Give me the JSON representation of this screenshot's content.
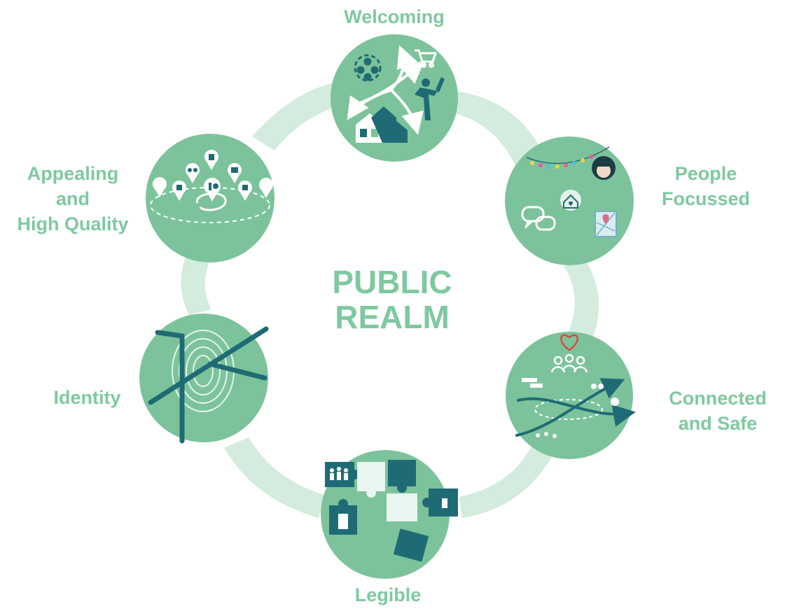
{
  "center": {
    "line1": "PUBLIC",
    "line2": "REALM"
  },
  "nodes": [
    {
      "id": "welcoming",
      "label_lines": [
        "Welcoming"
      ]
    },
    {
      "id": "people-focussed",
      "label_lines": [
        "People",
        "Focussed"
      ]
    },
    {
      "id": "connected-safe",
      "label_lines": [
        "Connected",
        "and Safe"
      ]
    },
    {
      "id": "legible",
      "label_lines": [
        "Legible"
      ]
    },
    {
      "id": "identity",
      "label_lines": [
        "Identity"
      ]
    },
    {
      "id": "appealing",
      "label_lines": [
        "Appealing",
        "and",
        "High Quality"
      ]
    }
  ],
  "colors": {
    "circle": "#7cc39b",
    "ring": "#cfe9da",
    "label": "#7fc9a0",
    "teal": "#1f6b75",
    "white": "#ffffff"
  }
}
